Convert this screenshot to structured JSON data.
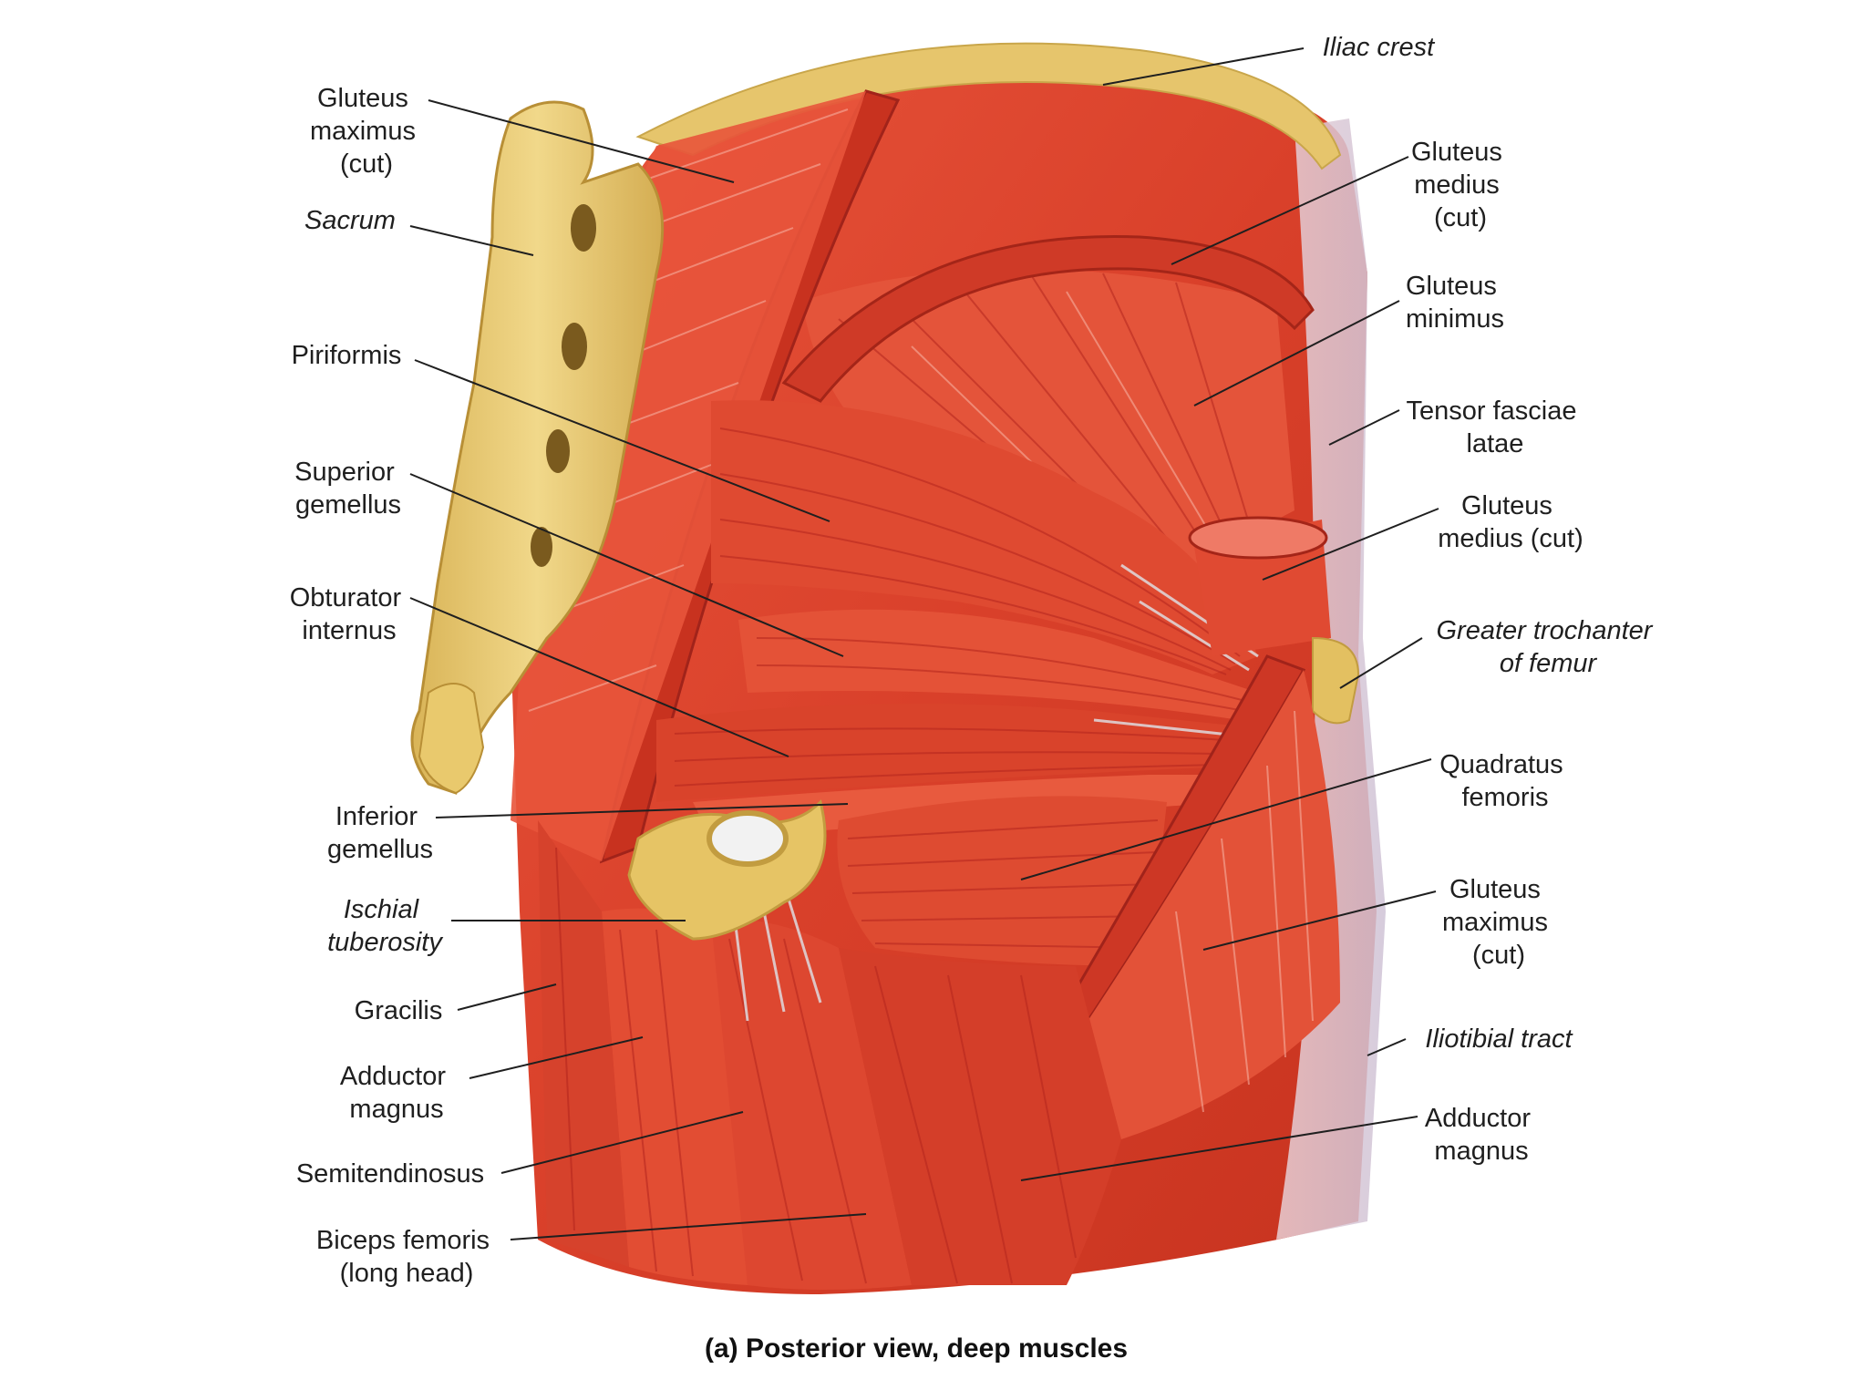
{
  "caption": "(a) Posterior view, deep muscles",
  "colors": {
    "muscle": "#e04a32",
    "muscle_dark": "#b82a1c",
    "muscle_light": "#f06a4e",
    "bone": "#e9c96d",
    "bone_shadow": "#c9a64a",
    "tendon": "#e7e9ef",
    "label_text": "#1f1f1f"
  },
  "labels": {
    "gluteus_maximus_cut_left": [
      "Gluteus",
      "maximus",
      "(cut)"
    ],
    "sacrum": [
      "Sacrum"
    ],
    "piriformis": [
      "Piriformis"
    ],
    "superior_gemellus": [
      "Superior",
      "gemellus"
    ],
    "obturator_internus": [
      "Obturator",
      "internus"
    ],
    "inferior_gemellus": [
      "Inferior",
      "gemellus"
    ],
    "ischial_tuberosity": [
      "Ischial",
      "tuberosity"
    ],
    "gracilis": [
      "Gracilis"
    ],
    "adductor_magnus_left": [
      "Adductor",
      "magnus"
    ],
    "semitendinosus": [
      "Semitendinosus"
    ],
    "biceps_femoris": [
      "Biceps femoris",
      "(long head)"
    ],
    "iliac_crest": [
      "Iliac crest"
    ],
    "gluteus_medius_cut_top": [
      "Gluteus",
      "medius",
      "(cut)"
    ],
    "gluteus_minimus": [
      "Gluteus",
      "minimus"
    ],
    "tensor_fasciae_latae": [
      "Tensor fasciae",
      "latae"
    ],
    "gluteus_medius_cut_right": [
      "Gluteus",
      "medius (cut)"
    ],
    "greater_trochanter": [
      "Greater trochanter",
      "of femur"
    ],
    "quadratus_femoris": [
      "Quadratus",
      "femoris"
    ],
    "gluteus_maximus_cut_right": [
      "Gluteus",
      "maximus",
      "(cut)"
    ],
    "iliotibial_tract": [
      "Iliotibial tract"
    ],
    "adductor_magnus_right": [
      "Adductor",
      "magnus"
    ]
  }
}
